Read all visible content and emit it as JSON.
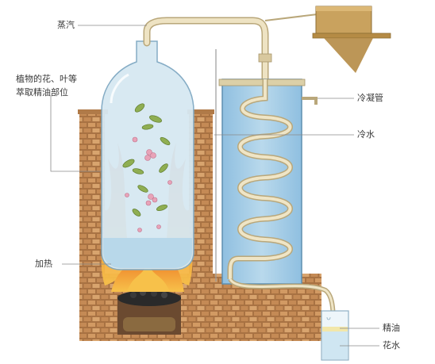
{
  "labels": {
    "steam": "蒸汽",
    "plant_material_line1": "植物的花、叶等",
    "plant_material_line2": "萃取精油部位",
    "heating": "加热",
    "condenser": "冷凝管",
    "cold_water": "冷水",
    "essential_oil": "精油",
    "floral_water": "花水"
  },
  "colors": {
    "brick": "#c48a55",
    "brick_dark": "#9e6a3c",
    "flame": "#e8682a",
    "flame_yellow": "#f3b23a",
    "glass": "#cfe3ee",
    "water": "#a9cde4",
    "tube": "#e9dcb8",
    "tube_edge": "#b9a77a",
    "wood": "#c9a25e"
  }
}
